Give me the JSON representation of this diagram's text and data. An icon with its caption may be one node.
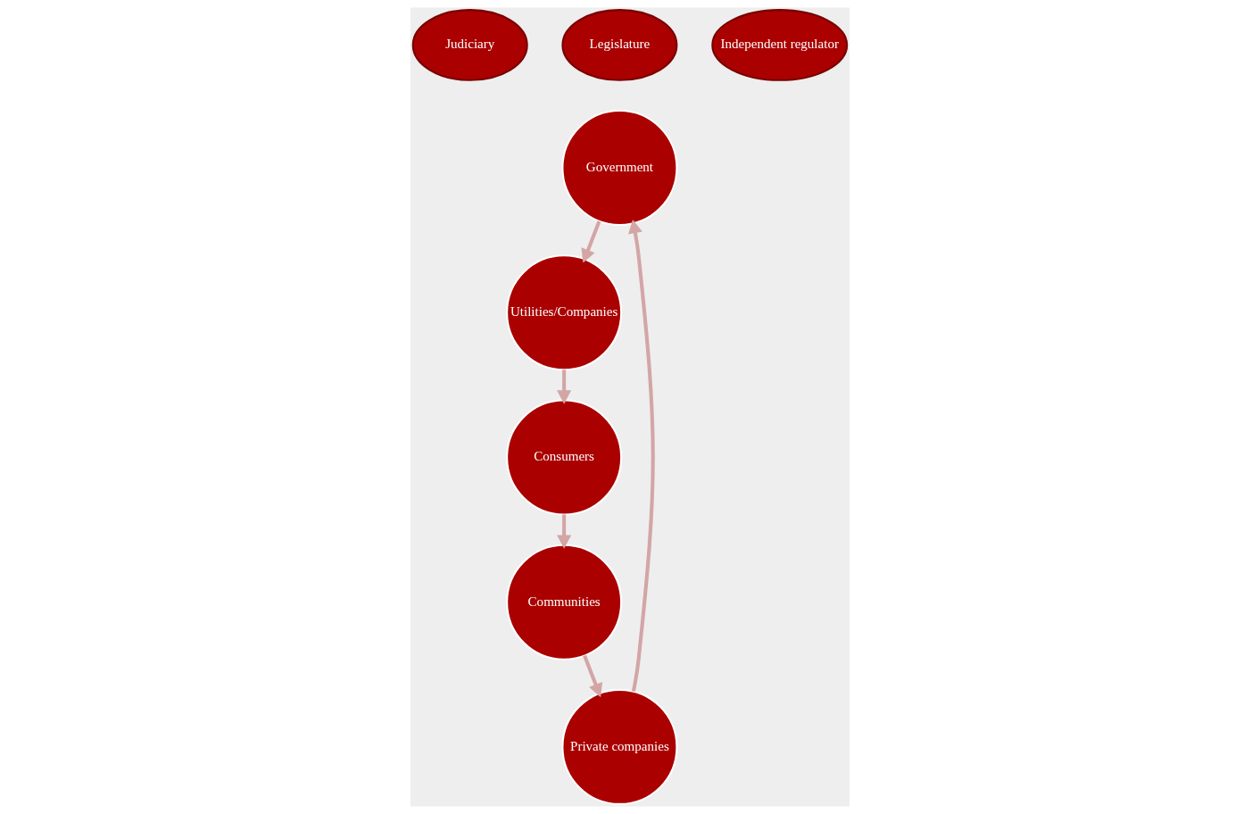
{
  "diagram": {
    "nodes": [
      {
        "text": [
          "Judiciary"
        ]
      },
      {
        "text": [
          "Legislature"
        ]
      },
      {
        "text": [
          "Independent regulator"
        ]
      },
      {
        "text": [
          "Government"
        ]
      },
      {
        "text": [
          "Utilities/Companies"
        ]
      },
      {
        "text": [
          "Consumers"
        ]
      },
      {
        "text": [
          "Communities"
        ]
      },
      {
        "text": [
          "Private companies"
        ]
      }
    ],
    "edges": [
      {
        "from": 3,
        "to": 4,
        "arrow": "to"
      },
      {
        "from": 4,
        "to": 5,
        "arrow": "to"
      },
      {
        "from": 5,
        "to": 6,
        "arrow": "to"
      },
      {
        "from": 6,
        "to": 7,
        "arrow": "to"
      },
      {
        "from": 7,
        "to": 3,
        "arrow": "to"
      }
    ]
  }
}
